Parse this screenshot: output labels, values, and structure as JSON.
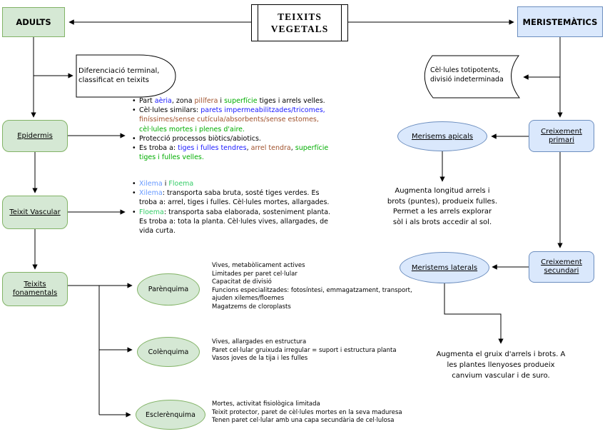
{
  "palette": {
    "black": "#000000",
    "blue": "#1a1aff",
    "brown": "#a0522d",
    "green": "#00ad00",
    "xylem": "#6699ff",
    "phloem": "#33cc66",
    "green_fill": "#d5e8d4",
    "green_stroke": "#82b366",
    "blue_fill": "#dae8fc",
    "blue_stroke": "#6c8ebf"
  },
  "root": {
    "title": "TEIXITS\nVEGETALS"
  },
  "adults": {
    "label": "ADULTS"
  },
  "meristematics": {
    "label": "MERISTEMÀTICS"
  },
  "diff_note": "Diferenciació terminal,\nclassificat en teixits",
  "totipotent_note": "Cèl·lules totipotents,\ndivisió indeterminada",
  "epidermis": {
    "label": "Epidermis",
    "bullets": [
      {
        "lines": [
          [
            {
              "t": "Part ",
              "c": "black"
            },
            {
              "t": "aèria",
              "c": "blue"
            },
            {
              "t": ", zona ",
              "c": "black"
            },
            {
              "t": "pilífera",
              "c": "brown"
            },
            {
              "t": " i ",
              "c": "black"
            },
            {
              "t": "superfície",
              "c": "green"
            },
            {
              "t": " tiges i arrels velles.",
              "c": "black"
            }
          ]
        ]
      },
      {
        "lines": [
          [
            {
              "t": "Cèl·lules similars: ",
              "c": "black"
            },
            {
              "t": "parets impermeabilitzades/tricomes,",
              "c": "blue"
            }
          ],
          [
            {
              "t": "finíssimes/sense cutícula/absorbents/sense estomes,",
              "c": "brown"
            }
          ],
          [
            {
              "t": "cèl·lules mortes i plenes d'aire.",
              "c": "green"
            }
          ]
        ]
      },
      {
        "lines": [
          [
            {
              "t": "Protecció processos biòtics/abiotics.",
              "c": "black"
            }
          ]
        ]
      },
      {
        "lines": [
          [
            {
              "t": "Es troba a: ",
              "c": "black"
            },
            {
              "t": "tiges i fulles tendres",
              "c": "blue"
            },
            {
              "t": ", ",
              "c": "black"
            },
            {
              "t": "arrel tendra",
              "c": "brown"
            },
            {
              "t": ", ",
              "c": "black"
            },
            {
              "t": "superfície",
              "c": "green"
            }
          ],
          [
            {
              "t": "tiges i fulles velles.",
              "c": "green"
            }
          ]
        ]
      }
    ]
  },
  "vascular": {
    "label": "Teixit Vascular",
    "bullets": [
      {
        "lines": [
          [
            {
              "t": "Xilema",
              "c": "xylem"
            },
            {
              "t": " i ",
              "c": "black"
            },
            {
              "t": "Floema",
              "c": "phloem"
            }
          ]
        ]
      },
      {
        "lines": [
          [
            {
              "t": "Xilema",
              "c": "xylem"
            },
            {
              "t": ": transporta saba bruta, sosté tiges verdes. Es",
              "c": "black"
            }
          ],
          [
            {
              "t": "troba a: arrel, tiges i fulles. Cèl·lules mortes, allargades.",
              "c": "black"
            }
          ]
        ]
      },
      {
        "lines": [
          [
            {
              "t": "Floema",
              "c": "phloem"
            },
            {
              "t": ": transporta saba elaborada, sosteniment planta.",
              "c": "black"
            }
          ],
          [
            {
              "t": "Es troba a: tota la planta. Cèl·lules vives, allargades, de",
              "c": "black"
            }
          ],
          [
            {
              "t": "vida curta.",
              "c": "black"
            }
          ]
        ]
      }
    ]
  },
  "fonamentals": {
    "label": "Teixits\nfonamentals"
  },
  "apicals": {
    "label": "Merisems apicals",
    "note": "Augmenta longitud arrels i\nbrots (puntes), produeix fulles.\nPermet a les arrels explorar\nsòl i als brots accedir al sol."
  },
  "laterals": {
    "label": "Meristems laterals",
    "note": "Augmenta el gruix d'arrels i brots. A\nles plantes llenyoses produeix\ncanvium vascular i de suro."
  },
  "primari": {
    "label": "Creixement\nprimari"
  },
  "secundari": {
    "label": "Creixement\nsecundari"
  },
  "parenquima": {
    "label": "Parènquima",
    "desc": "Vives, metabòlicament actives\nLimitades per paret cel·lular\nCapacitat de divisió\nFuncions especialitzades: fotosíntesi, emmagatzament, transport,\najuden xilemes/floemes\nMagatzems de cloroplasts"
  },
  "colenquima": {
    "label": "Colènquima",
    "desc": "Vives, allargades en estructura\nParet cel·lular gruixuda irregular = suport i estructura planta\nVasos joves de la tija i les fulles"
  },
  "esclerenquima": {
    "label": "Esclerènquima",
    "desc": "Mortes, activitat fisiològica limitada\nTeixit protector, paret de cèl·lules mortes en la seva maduresa\nTenen paret cel·lular amb una capa secundària de cel·lulosa"
  }
}
